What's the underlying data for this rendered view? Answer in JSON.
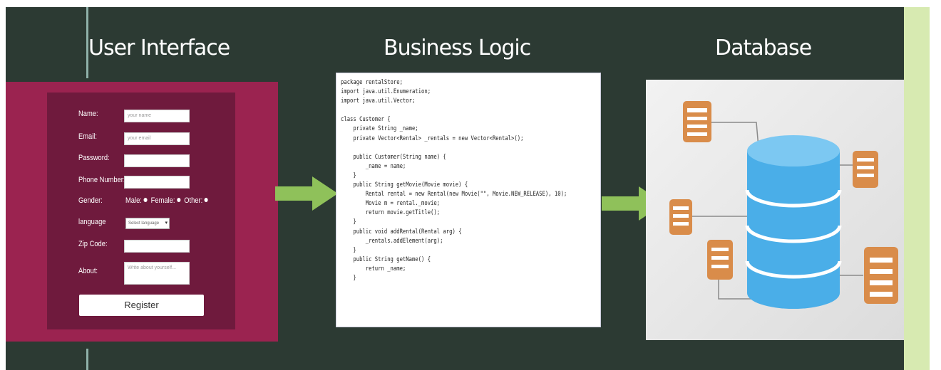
{
  "headings": {
    "user_interface": "User Interface",
    "business_logic": "Business Logic",
    "database": "Database"
  },
  "form": {
    "fields": [
      {
        "label": "Name:",
        "placeholder": "your name"
      },
      {
        "label": "Email:",
        "placeholder": "your email"
      },
      {
        "label": "Password:",
        "placeholder": ""
      },
      {
        "label": "Phone Number:",
        "placeholder": ""
      }
    ],
    "gender_label": "Gender:",
    "gender_options": [
      "Male:",
      "Female:",
      "Other:"
    ],
    "language_label": "language",
    "language_selected": "Select language",
    "zip_label": "Zip Code:",
    "about_label": "About:",
    "about_placeholder": "Write about yourself...",
    "register_label": "Register"
  },
  "code_lines": [
    "package rentalStore;",
    "import java.util.Enumeration;",
    "import java.util.Vector;",
    "",
    "class Customer {",
    "    private String _name;",
    "    private Vector<Rental> _rentals = new Vector<Rental>();",
    "",
    "    public Customer(String name) {",
    "        _name = name;",
    "    }",
    "    public String getMovie(Movie movie) {",
    "        Rental rental = new Rental(new Movie(\"\", Movie.NEW_RELEASE), 10);",
    "        Movie m = rental._movie;",
    "        return movie.getTitle();",
    "    }",
    "    public void addRental(Rental arg) {",
    "        _rentals.addElement(arg);",
    "    }",
    "    public String getName() {",
    "        return _name;",
    "    }"
  ],
  "colors": {
    "background": "#2c3a33",
    "ui_panel": "#9b2350",
    "form_box": "#6f1a3d",
    "arrow": "#8fc15a",
    "db_blue": "#4aaee8",
    "doc_orange": "#d98c4a"
  }
}
